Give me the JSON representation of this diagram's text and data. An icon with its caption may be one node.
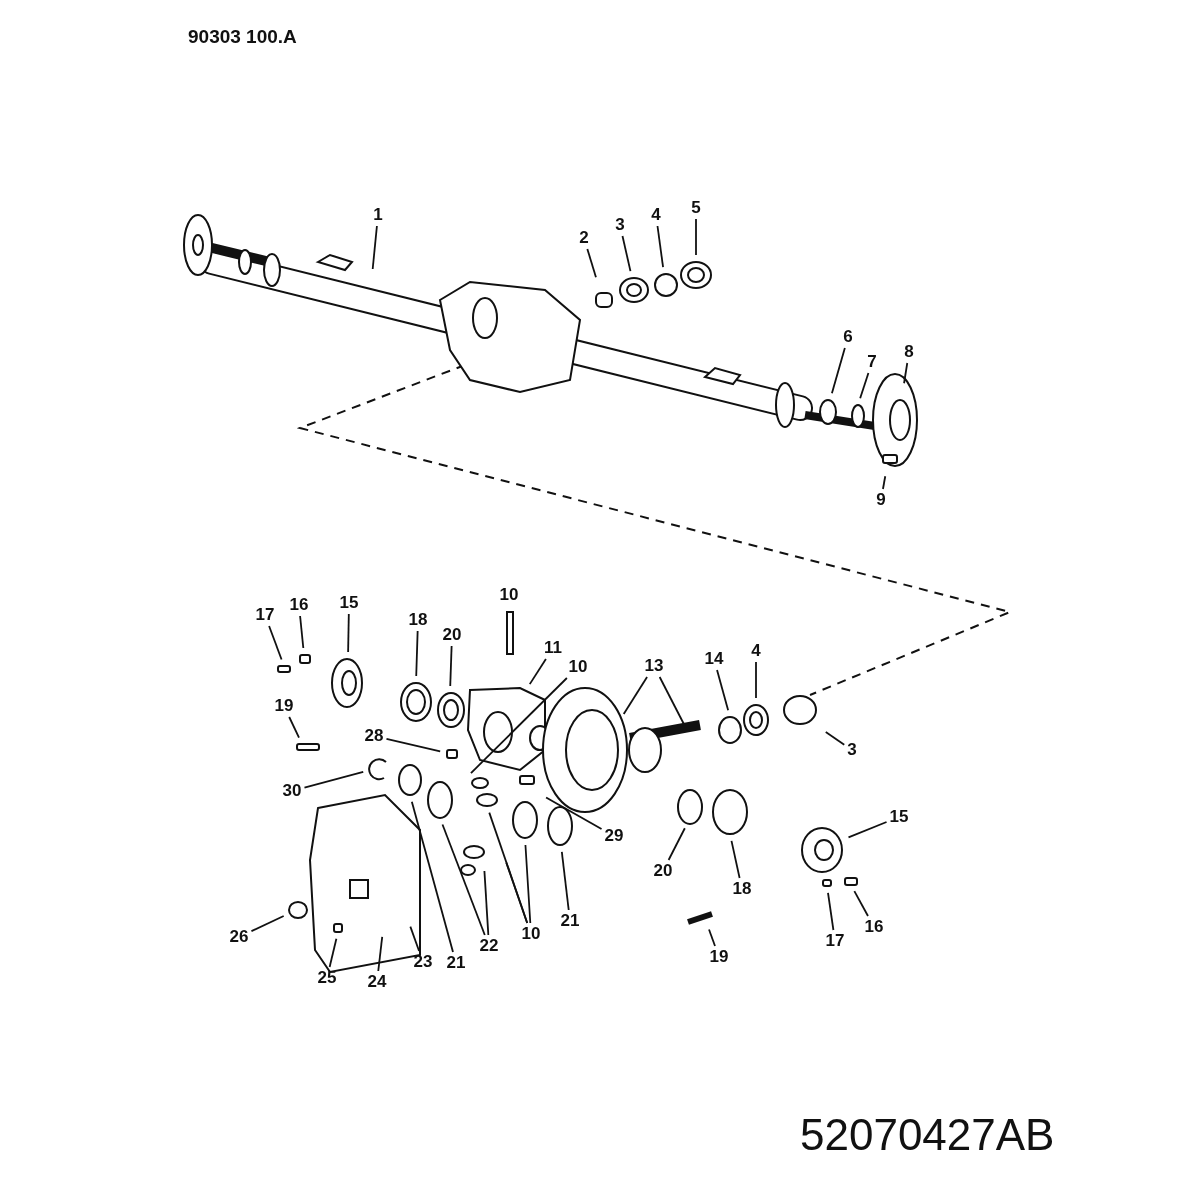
{
  "diagram": {
    "nodes": [
      {
        "text": [
          "1"
        ]
      },
      {
        "text": [
          "2"
        ]
      },
      {
        "text": [
          "3"
        ]
      },
      {
        "text": [
          "4"
        ]
      },
      {
        "text": [
          "5"
        ]
      },
      {
        "text": [
          "6"
        ]
      },
      {
        "text": [
          "7"
        ]
      },
      {
        "text": [
          "8"
        ]
      },
      {
        "text": [
          "9"
        ]
      },
      {
        "text": [
          "17"
        ]
      },
      {
        "text": [
          "16"
        ]
      },
      {
        "text": [
          "15"
        ]
      },
      {
        "text": [
          "10"
        ]
      },
      {
        "text": [
          "18"
        ]
      },
      {
        "text": [
          "20"
        ]
      },
      {
        "text": [
          "11"
        ]
      },
      {
        "text": [
          "10"
        ]
      },
      {
        "text": [
          "13"
        ]
      },
      {
        "text": [
          "14"
        ]
      },
      {
        "text": [
          "4"
        ]
      },
      {
        "text": [
          "19"
        ]
      },
      {
        "text": [
          "28"
        ]
      },
      {
        "text": [
          "3"
        ]
      },
      {
        "text": [
          "30"
        ]
      },
      {
        "text": [
          "29"
        ]
      },
      {
        "text": [
          "15"
        ]
      },
      {
        "text": [
          "20"
        ]
      },
      {
        "text": [
          "18"
        ]
      },
      {
        "text": [
          "21"
        ]
      },
      {
        "text": [
          "22"
        ]
      },
      {
        "text": [
          "10"
        ]
      },
      {
        "text": [
          "21"
        ]
      },
      {
        "text": [
          "23"
        ]
      },
      {
        "text": [
          "24"
        ]
      },
      {
        "text": [
          "25"
        ]
      },
      {
        "text": [
          "26"
        ]
      },
      {
        "text": [
          "19"
        ]
      },
      {
        "text": [
          "17"
        ]
      },
      {
        "text": [
          "16"
        ]
      }
    ],
    "edges": [
      {
        "from": 0,
        "to": null,
        "arrow": "none"
      },
      {
        "from": 1,
        "to": null,
        "arrow": "none"
      },
      {
        "from": 2,
        "to": null,
        "arrow": "none"
      },
      {
        "from": 3,
        "to": null,
        "arrow": "none"
      },
      {
        "from": 4,
        "to": null,
        "arrow": "none"
      },
      {
        "from": 5,
        "to": null,
        "arrow": "none"
      },
      {
        "from": 6,
        "to": null,
        "arrow": "none"
      },
      {
        "from": 7,
        "to": null,
        "arrow": "none"
      },
      {
        "from": 8,
        "to": null,
        "arrow": "none"
      },
      {
        "from": 9,
        "to": null,
        "arrow": "none"
      },
      {
        "from": 10,
        "to": null,
        "arrow": "none"
      },
      {
        "from": 11,
        "to": null,
        "arrow": "none"
      },
      {
        "from": 13,
        "to": null,
        "arrow": "none"
      },
      {
        "from": 14,
        "to": null,
        "arrow": "none"
      },
      {
        "from": 15,
        "to": null,
        "arrow": "none"
      },
      {
        "from": 16,
        "to": null,
        "arrow": "none"
      },
      {
        "from": 17,
        "to": null,
        "arrow": "none"
      },
      {
        "from": 17,
        "to": null,
        "arrow": "none"
      },
      {
        "from": 18,
        "to": null,
        "arrow": "none"
      },
      {
        "from": 19,
        "to": null,
        "arrow": "none"
      },
      {
        "from": 20,
        "to": null,
        "arrow": "none"
      },
      {
        "from": 21,
        "to": null,
        "arrow": "none"
      },
      {
        "from": 22,
        "to": null,
        "arrow": "none"
      },
      {
        "from": 23,
        "to": null,
        "arrow": "none"
      },
      {
        "from": 24,
        "to": null,
        "arrow": "none"
      },
      {
        "from": 25,
        "to": null,
        "arrow": "none"
      },
      {
        "from": 26,
        "to": null,
        "arrow": "none"
      },
      {
        "from": 27,
        "to": null,
        "arrow": "none"
      },
      {
        "from": 28,
        "to": null,
        "arrow": "none"
      },
      {
        "from": 29,
        "to": null,
        "arrow": "none"
      },
      {
        "from": 29,
        "to": null,
        "arrow": "none"
      },
      {
        "from": 30,
        "to": null,
        "arrow": "none"
      },
      {
        "from": 30,
        "to": null,
        "arrow": "none"
      },
      {
        "from": 30,
        "to": null,
        "arrow": "none"
      },
      {
        "from": 31,
        "to": null,
        "arrow": "none"
      },
      {
        "from": 32,
        "to": null,
        "arrow": "none"
      },
      {
        "from": 33,
        "to": null,
        "arrow": "none"
      },
      {
        "from": 34,
        "to": null,
        "arrow": "none"
      },
      {
        "from": 35,
        "to": null,
        "arrow": "none"
      },
      {
        "from": 36,
        "to": null,
        "arrow": "none"
      },
      {
        "from": 37,
        "to": null,
        "arrow": "none"
      },
      {
        "from": 38,
        "to": null,
        "arrow": "none"
      }
    ],
    "labels": [
      "90303 100.A",
      "52070427AB"
    ]
  }
}
